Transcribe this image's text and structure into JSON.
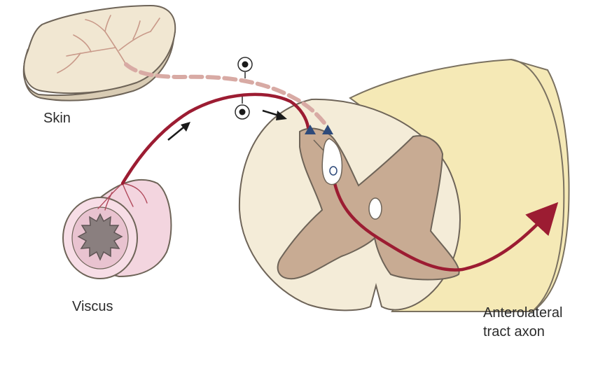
{
  "labels": {
    "skin": "Skin",
    "viscus": "Viscus",
    "tract_line1": "Anterolateral",
    "tract_line2": "tract axon"
  },
  "colors": {
    "nerve": "#9c1c32",
    "nerve_dashed": "#d8aaa4",
    "skin_fill": "#f1e7d2",
    "skin_edge": "#6e6458",
    "cord_white": "#f4ecd8",
    "cord_side": "#f5e9b6",
    "gray_matter": "#c8ab93",
    "viscus_fill": "#f3d5df"
  },
  "icons": [
    "cell-body-marker-icon",
    "direction-arrow-icon",
    "synapse-terminal-icon",
    "neuron-soma-icon"
  ]
}
